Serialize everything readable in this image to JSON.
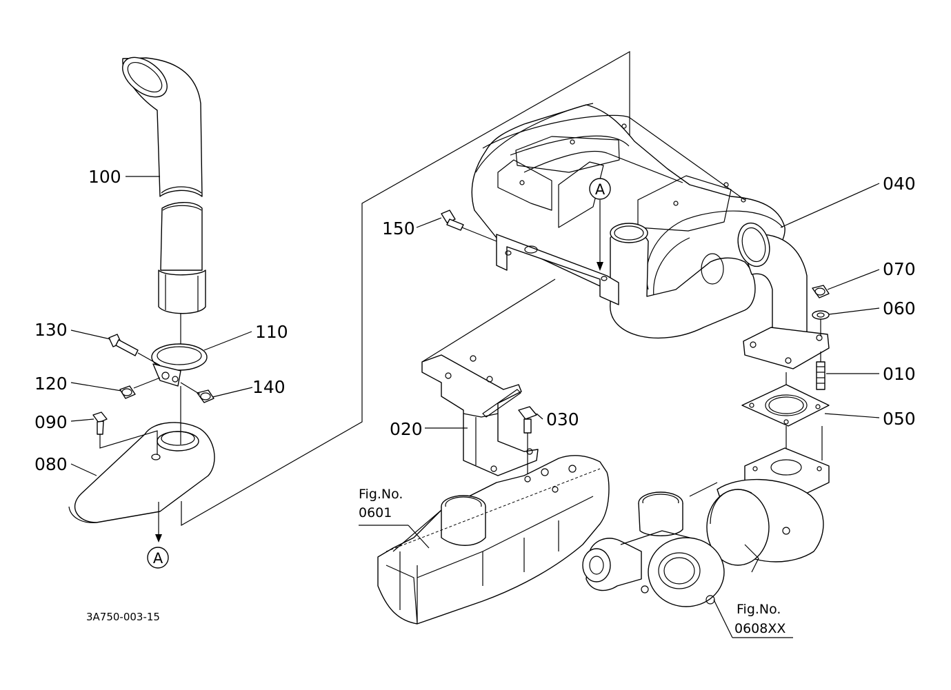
{
  "diagram": {
    "drawing_code": "3A750-003-15",
    "parts": [
      {
        "id": "p010",
        "label": "010"
      },
      {
        "id": "p020",
        "label": "020"
      },
      {
        "id": "p030",
        "label": "030"
      },
      {
        "id": "p040",
        "label": "040"
      },
      {
        "id": "p050",
        "label": "050"
      },
      {
        "id": "p060",
        "label": "060"
      },
      {
        "id": "p070",
        "label": "070"
      },
      {
        "id": "p080",
        "label": "080"
      },
      {
        "id": "p090",
        "label": "090"
      },
      {
        "id": "p100",
        "label": "100"
      },
      {
        "id": "p110",
        "label": "110"
      },
      {
        "id": "p120",
        "label": "120"
      },
      {
        "id": "p130",
        "label": "130"
      },
      {
        "id": "p140",
        "label": "140"
      },
      {
        "id": "p150",
        "label": "150"
      }
    ],
    "references": [
      {
        "title": "Fig.No.",
        "number": "0601"
      },
      {
        "title": "Fig.No.",
        "number": "0608XX"
      }
    ],
    "markers": {
      "a_bottom": "A",
      "a_muffler": "A"
    }
  }
}
